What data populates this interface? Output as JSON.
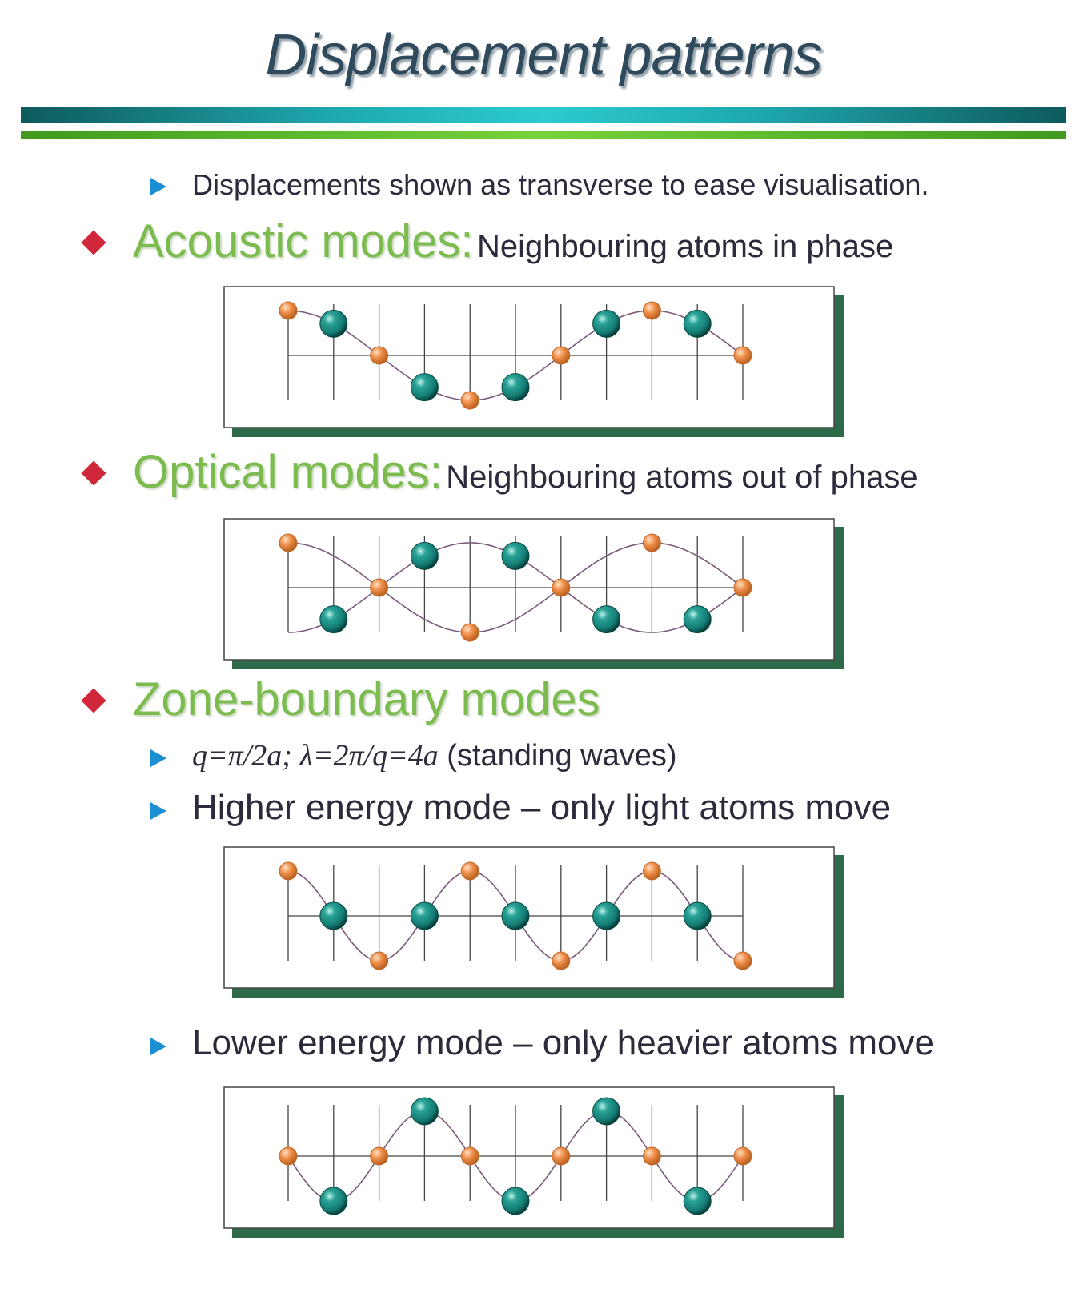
{
  "title": "Displacement patterns",
  "intro": "Displacements shown as transverse to ease visualisation.",
  "acoustic": {
    "heading": "Acoustic modes:",
    "description": "Neighbouring atoms in phase"
  },
  "optical": {
    "heading": "Optical modes:",
    "description": "Neighbouring atoms out of phase"
  },
  "zone_boundary": {
    "heading": "Zone-boundary modes",
    "math": "q=π/2a; λ=2π/q=4a",
    "math_suffix": " (standing waves)",
    "higher": "Higher energy mode – only light atoms move",
    "lower": "Lower energy mode – only heavier atoms move"
  },
  "colors": {
    "light_atom": "#ef8f4a",
    "heavy_atom": "#137a72",
    "wave": "#7a5a7a",
    "bullet_diamond": "#d0283a",
    "bullet_arrow": "#1b8fd2",
    "heading_green": "#7cbb4e",
    "panel_shadow": "#2d6a4a"
  },
  "diagrams": [
    {
      "name": "acoustic",
      "mode": "acoustic"
    },
    {
      "name": "optical",
      "mode": "optical"
    },
    {
      "name": "higher-energy",
      "mode": "zb-light"
    },
    {
      "name": "lower-energy",
      "mode": "zb-heavy"
    }
  ]
}
